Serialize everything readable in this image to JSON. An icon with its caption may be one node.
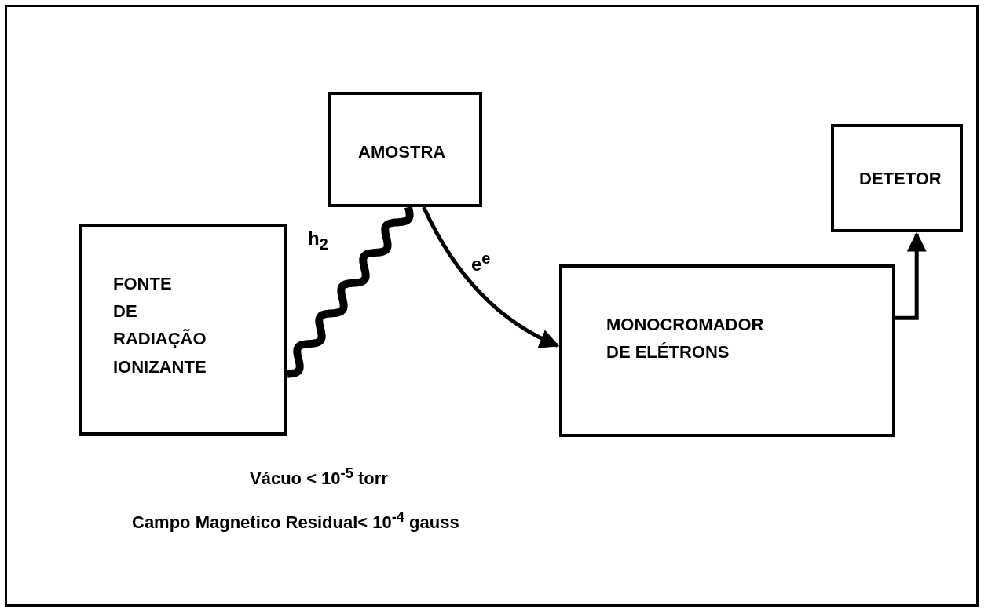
{
  "diagram": {
    "nodes": [
      {
        "text": [
          "FONTE DE RADIAÇÃO IONIZANTE"
        ]
      },
      {
        "text": [
          "AMOSTRA"
        ]
      },
      {
        "text": [
          "MONOCROMADOR DE ELÉTRONS"
        ]
      },
      {
        "text": [
          "DETETOR"
        ]
      }
    ],
    "edges": [
      {
        "from": 0,
        "to": 1,
        "arrow": "none",
        "label": "h$_{2}$",
        "style": "thick"
      },
      {
        "from": 1,
        "to": 2,
        "arrow": "to",
        "label": "e$^{e}$"
      },
      {
        "from": 2,
        "to": 3,
        "arrow": "to"
      }
    ],
    "labels": [
      "Vácuo < 10$^{-5}$ torr",
      "Campo Magnetico Residual< 10$^{-4}$ gauss"
    ]
  }
}
